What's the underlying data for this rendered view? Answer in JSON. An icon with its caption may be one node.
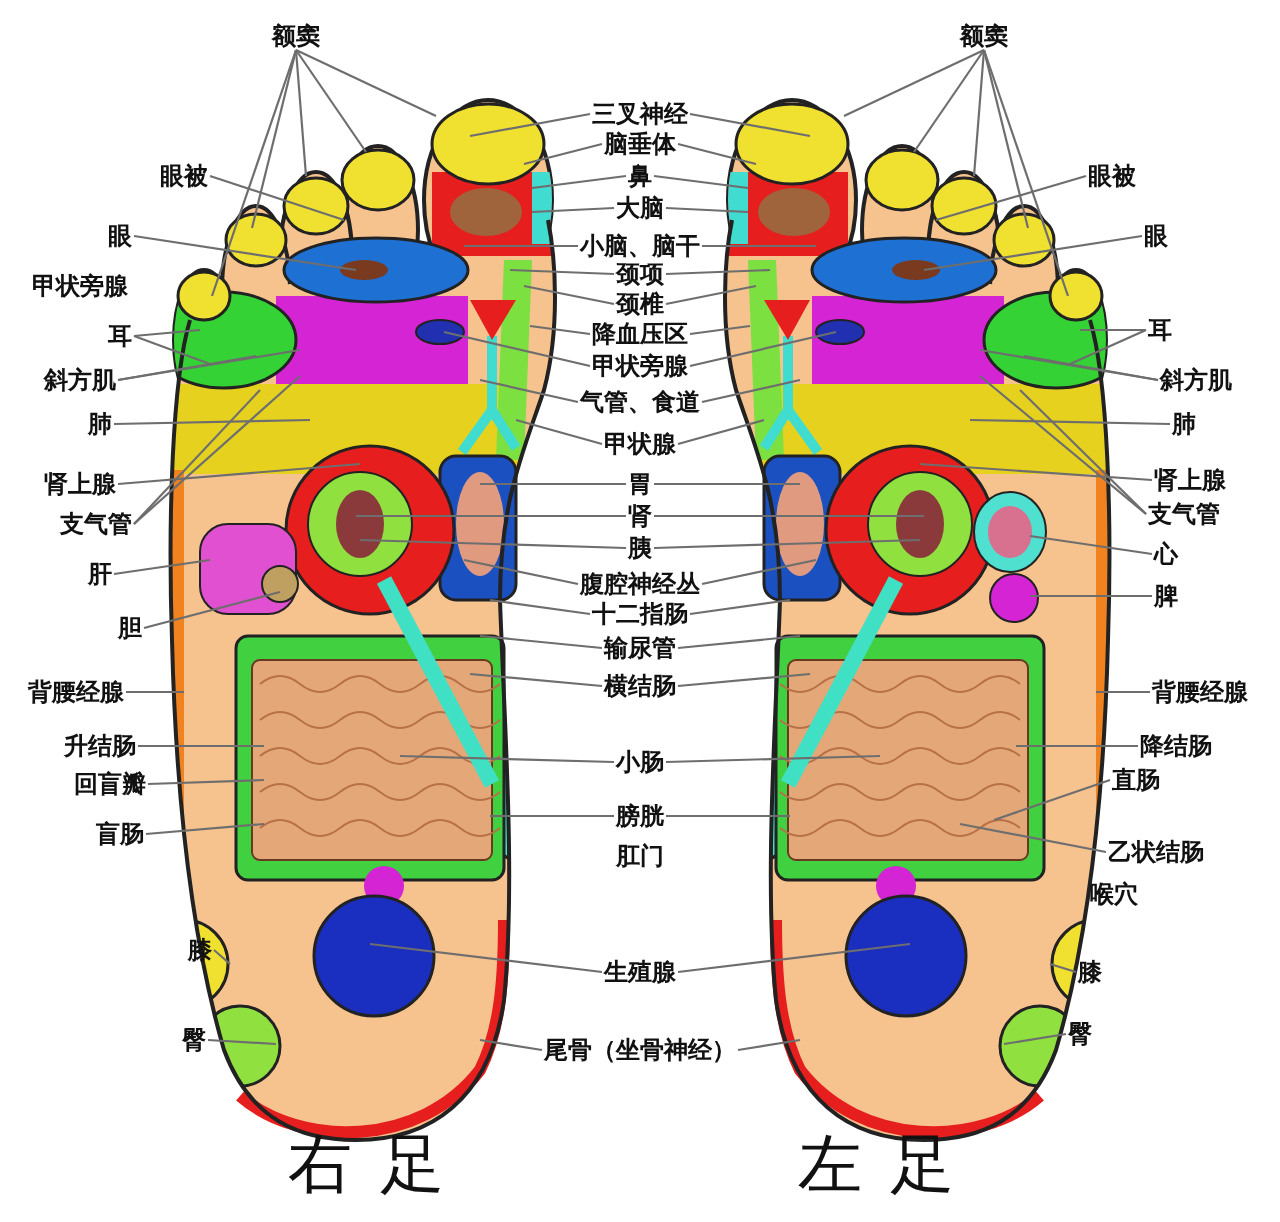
{
  "diagram": {
    "nodes": [
      {
        "text": [
          "额窦"
        ]
      },
      {
        "text": [
          "额窦"
        ]
      },
      {
        "text": [
          "三叉神经"
        ]
      },
      {
        "text": [
          "脑垂体"
        ]
      },
      {
        "text": [
          "鼻"
        ]
      },
      {
        "text": [
          "大脑"
        ]
      },
      {
        "text": [
          "小脑、脑干"
        ]
      },
      {
        "text": [
          "颈项"
        ]
      },
      {
        "text": [
          "颈椎"
        ]
      },
      {
        "text": [
          "降血压区"
        ]
      },
      {
        "text": [
          "甲状旁腺"
        ]
      },
      {
        "text": [
          "气管、食道"
        ]
      },
      {
        "text": [
          "甲状腺"
        ]
      },
      {
        "text": [
          "胃"
        ]
      },
      {
        "text": [
          "肾"
        ]
      },
      {
        "text": [
          "胰"
        ]
      },
      {
        "text": [
          "腹腔神经丛"
        ]
      },
      {
        "text": [
          "十二指肠"
        ]
      },
      {
        "text": [
          "输尿管"
        ]
      },
      {
        "text": [
          "横结肠"
        ]
      },
      {
        "text": [
          "小肠"
        ]
      },
      {
        "text": [
          "膀胱"
        ]
      },
      {
        "text": [
          "生殖腺"
        ]
      },
      {
        "text": [
          "尾骨（坐骨神经）"
        ]
      },
      {
        "text": [
          "眼被"
        ]
      },
      {
        "text": [
          "眼"
        ]
      },
      {
        "text": [
          "耳"
        ]
      },
      {
        "text": [
          "斜方肌"
        ]
      },
      {
        "text": [
          "肺"
        ]
      },
      {
        "text": [
          "肾上腺"
        ]
      },
      {
        "text": [
          "支气管"
        ]
      },
      {
        "text": [
          "肝"
        ]
      },
      {
        "text": [
          "胆"
        ]
      },
      {
        "text": [
          "背腰经腺"
        ]
      },
      {
        "text": [
          "升结肠"
        ]
      },
      {
        "text": [
          "回盲瓣"
        ]
      },
      {
        "text": [
          "盲肠"
        ]
      },
      {
        "text": [
          "膝"
        ]
      },
      {
        "text": [
          "臀"
        ]
      },
      {
        "text": [
          "眼被"
        ]
      },
      {
        "text": [
          "眼"
        ]
      },
      {
        "text": [
          "耳"
        ]
      },
      {
        "text": [
          "斜方肌"
        ]
      },
      {
        "text": [
          "肺"
        ]
      },
      {
        "text": [
          "肾上腺"
        ]
      },
      {
        "text": [
          "支气管"
        ]
      },
      {
        "text": [
          "心"
        ]
      },
      {
        "text": [
          "脾"
        ]
      },
      {
        "text": [
          "背腰经腺"
        ]
      },
      {
        "text": [
          "降结肠"
        ]
      },
      {
        "text": [
          "直肠"
        ]
      },
      {
        "text": [
          "乙状结肠"
        ]
      },
      {
        "text": [
          "膝"
        ]
      },
      {
        "text": [
          "臀"
        ]
      }
    ],
    "edges": [
      {
        "from": 0,
        "to": null,
        "arrow": "none"
      },
      {
        "from": 0,
        "to": null,
        "arrow": "none"
      },
      {
        "from": 0,
        "to": null,
        "arrow": "none"
      },
      {
        "from": 0,
        "to": null,
        "arrow": "none"
      },
      {
        "from": 0,
        "to": null,
        "arrow": "none"
      },
      {
        "from": 1,
        "to": null,
        "arrow": "none"
      },
      {
        "from": 1,
        "to": null,
        "arrow": "none"
      },
      {
        "from": 1,
        "to": null,
        "arrow": "none"
      },
      {
        "from": 1,
        "to": null,
        "arrow": "none"
      },
      {
        "from": 1,
        "to": null,
        "arrow": "none"
      },
      {
        "from": 2,
        "to": null,
        "arrow": "none"
      },
      {
        "from": 2,
        "to": null,
        "arrow": "none"
      },
      {
        "from": 3,
        "to": null,
        "arrow": "none"
      },
      {
        "from": 3,
        "to": null,
        "arrow": "none"
      },
      {
        "from": 4,
        "to": null,
        "arrow": "none"
      },
      {
        "from": 4,
        "to": null,
        "arrow": "none"
      },
      {
        "from": 5,
        "to": null,
        "arrow": "none"
      },
      {
        "from": 5,
        "to": null,
        "arrow": "none"
      },
      {
        "from": 6,
        "to": null,
        "arrow": "none"
      },
      {
        "from": 6,
        "to": null,
        "arrow": "none"
      },
      {
        "from": 7,
        "to": null,
        "arrow": "none"
      },
      {
        "from": 7,
        "to": null,
        "arrow": "none"
      },
      {
        "from": 8,
        "to": null,
        "arrow": "none"
      },
      {
        "from": 8,
        "to": null,
        "arrow": "none"
      },
      {
        "from": 9,
        "to": null,
        "arrow": "none"
      },
      {
        "from": 9,
        "to": null,
        "arrow": "none"
      },
      {
        "from": 10,
        "to": null,
        "arrow": "none"
      },
      {
        "from": 10,
        "to": null,
        "arrow": "none"
      },
      {
        "from": 11,
        "to": null,
        "arrow": "none"
      },
      {
        "from": 11,
        "to": null,
        "arrow": "none"
      },
      {
        "from": 12,
        "to": null,
        "arrow": "none"
      },
      {
        "from": 12,
        "to": null,
        "arrow": "none"
      },
      {
        "from": 13,
        "to": null,
        "arrow": "none"
      },
      {
        "from": 13,
        "to": null,
        "arrow": "none"
      },
      {
        "from": 14,
        "to": null,
        "arrow": "none"
      },
      {
        "from": 14,
        "to": null,
        "arrow": "none"
      },
      {
        "from": 15,
        "to": null,
        "arrow": "none"
      },
      {
        "from": 15,
        "to": null,
        "arrow": "none"
      },
      {
        "from": 16,
        "to": null,
        "arrow": "none"
      },
      {
        "from": 16,
        "to": null,
        "arrow": "none"
      },
      {
        "from": 17,
        "to": null,
        "arrow": "none"
      },
      {
        "from": 17,
        "to": null,
        "arrow": "none"
      },
      {
        "from": 18,
        "to": null,
        "arrow": "none"
      },
      {
        "from": 18,
        "to": null,
        "arrow": "none"
      },
      {
        "from": 19,
        "to": null,
        "arrow": "none"
      },
      {
        "from": 19,
        "to": null,
        "arrow": "none"
      },
      {
        "from": 20,
        "to": null,
        "arrow": "none"
      },
      {
        "from": 20,
        "to": null,
        "arrow": "none"
      },
      {
        "from": 21,
        "to": null,
        "arrow": "none"
      },
      {
        "from": 21,
        "to": null,
        "arrow": "none"
      },
      {
        "from": 22,
        "to": null,
        "arrow": "none"
      },
      {
        "from": 22,
        "to": null,
        "arrow": "none"
      },
      {
        "from": 23,
        "to": null,
        "arrow": "none"
      },
      {
        "from": 23,
        "to": null,
        "arrow": "none"
      },
      {
        "from": 24,
        "to": null,
        "arrow": "none"
      },
      {
        "from": 25,
        "to": null,
        "arrow": "none"
      },
      {
        "from": 26,
        "to": null,
        "arrow": "none"
      },
      {
        "from": 26,
        "to": null,
        "arrow": "none"
      },
      {
        "from": 27,
        "to": null,
        "arrow": "none"
      },
      {
        "from": 27,
        "to": null,
        "arrow": "none"
      },
      {
        "from": 28,
        "to": null,
        "arrow": "none"
      },
      {
        "from": 29,
        "to": null,
        "arrow": "none"
      },
      {
        "from": 30,
        "to": null,
        "arrow": "none"
      },
      {
        "from": 30,
        "to": null,
        "arrow": "none"
      },
      {
        "from": 31,
        "to": null,
        "arrow": "none"
      },
      {
        "from": 32,
        "to": null,
        "arrow": "none"
      },
      {
        "from": 33,
        "to": null,
        "arrow": "none"
      },
      {
        "from": 34,
        "to": null,
        "arrow": "none"
      },
      {
        "from": 35,
        "to": null,
        "arrow": "none"
      },
      {
        "from": 36,
        "to": null,
        "arrow": "none"
      },
      {
        "from": 37,
        "to": null,
        "arrow": "none"
      },
      {
        "from": 38,
        "to": null,
        "arrow": "none"
      },
      {
        "from": 39,
        "to": null,
        "arrow": "none"
      },
      {
        "from": 40,
        "to": null,
        "arrow": "none"
      },
      {
        "from": 41,
        "to": null,
        "arrow": "none"
      },
      {
        "from": 41,
        "to": null,
        "arrow": "none"
      },
      {
        "from": 42,
        "to": null,
        "arrow": "none"
      },
      {
        "from": 42,
        "to": null,
        "arrow": "none"
      },
      {
        "from": 43,
        "to": null,
        "arrow": "none"
      },
      {
        "from": 44,
        "to": null,
        "arrow": "none"
      },
      {
        "from": 45,
        "to": null,
        "arrow": "none"
      },
      {
        "from": 45,
        "to": null,
        "arrow": "none"
      },
      {
        "from": 46,
        "to": null,
        "arrow": "none"
      },
      {
        "from": 47,
        "to": null,
        "arrow": "none"
      },
      {
        "from": 48,
        "to": null,
        "arrow": "none"
      },
      {
        "from": 49,
        "to": null,
        "arrow": "none"
      },
      {
        "from": 50,
        "to": null,
        "arrow": "none"
      },
      {
        "from": 51,
        "to": null,
        "arrow": "none"
      },
      {
        "from": 52,
        "to": null,
        "arrow": "none"
      },
      {
        "from": 53,
        "to": null,
        "arrow": "none"
      }
    ],
    "labels": [
      "甲状旁腺",
      "肛门",
      "喉穴",
      "右足",
      "左足"
    ]
  }
}
